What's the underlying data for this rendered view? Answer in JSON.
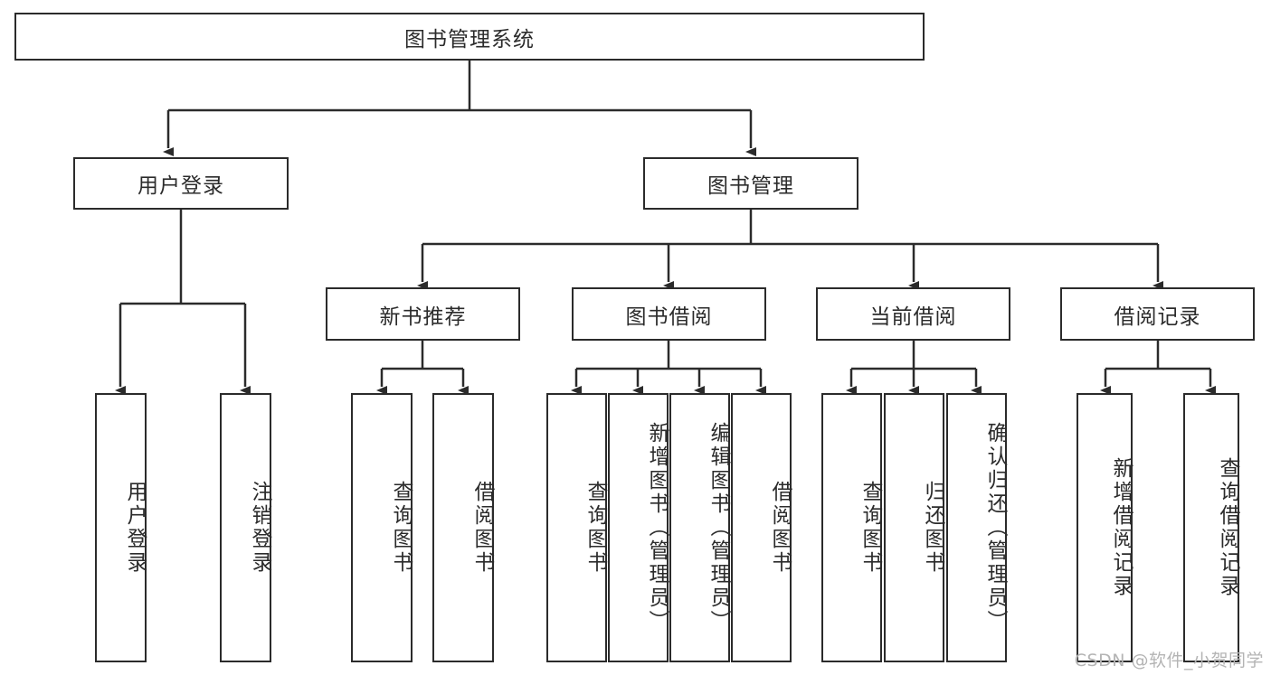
{
  "diagram": {
    "title": "图书管理系统",
    "type": "tree-hierarchy",
    "colors": {
      "box_border": "#2b2b2b",
      "box_fill": "#ffffff",
      "text": "#2b2b2b",
      "edge": "#2b2b2b",
      "watermark": "#b4b4b4",
      "background": "#ffffff"
    },
    "root": {
      "label": "图书管理系统"
    },
    "level2": [
      {
        "label": "用户登录"
      },
      {
        "label": "图书管理"
      }
    ],
    "level3": [
      {
        "label": "新书推荐"
      },
      {
        "label": "图书借阅"
      },
      {
        "label": "当前借阅"
      },
      {
        "label": "借阅记录"
      }
    ],
    "leaves": {
      "user_login": [
        {
          "label": "用户登录"
        },
        {
          "label": "注销登录"
        }
      ],
      "new_book_recommend": [
        {
          "label": "查询图书"
        },
        {
          "label": "借阅图书"
        }
      ],
      "book_borrow": [
        {
          "label": "查询图书"
        },
        {
          "label": "新增图书（管理员）"
        },
        {
          "label": "编辑图书（管理员）"
        },
        {
          "label": "借阅图书"
        }
      ],
      "current_borrow": [
        {
          "label": "查询图书"
        },
        {
          "label": "归还图书"
        },
        {
          "label": "确认归还（管理员）"
        }
      ],
      "borrow_record": [
        {
          "label": "新增借阅记录"
        },
        {
          "label": "查询借阅记录"
        }
      ]
    }
  },
  "watermark": {
    "text": "CSDN @软件_小贺同学"
  }
}
